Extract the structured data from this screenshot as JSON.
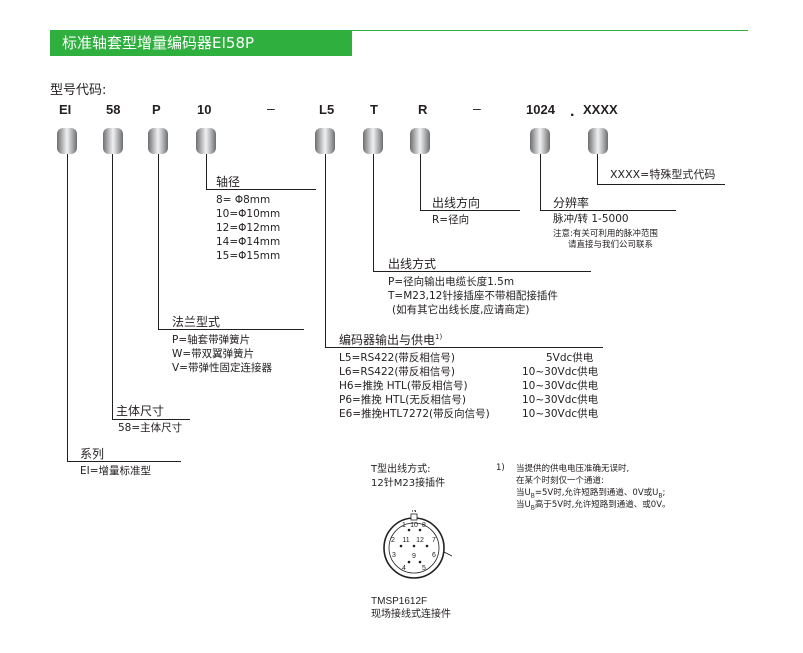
{
  "header": {
    "title": "标准轴套型增量编码器EI58P"
  },
  "subtitle": "型号代码:",
  "codes": [
    "EI",
    "58",
    "P",
    "10",
    "–",
    "L5",
    "T",
    "R",
    "–",
    "1024",
    ".",
    "XXXX"
  ],
  "special": {
    "text": "XXXX=特殊型式代码"
  },
  "resolution": {
    "title": "分辨率",
    "range": "脉冲/转 1-5000",
    "note1": "注意:有关可利用的脉冲范围",
    "note2": "请直接与我们公司联系"
  },
  "direction": {
    "title": "出线方向",
    "value": "R=径向"
  },
  "shaft": {
    "title": "轴径",
    "items": [
      "8= Φ8mm",
      "10=Φ10mm",
      "12=Φ12mm",
      "14=Φ14mm",
      "15=Φ15mm"
    ]
  },
  "output_mode": {
    "title": "出线方式",
    "items": [
      "P=径向输出电缆长度1.5m",
      "T=M23,12针接插座不带相配接插件",
      "(如有其它出线长度,应请商定)"
    ]
  },
  "flange": {
    "title": "法兰型式",
    "items": [
      "P=轴套带弹簧片",
      "W=带双翼弹簧片",
      "V=带弹性固定连接器"
    ]
  },
  "encoder": {
    "title": "编码器输出与供电",
    "sup": "1)",
    "rows": [
      {
        "left": "L5=RS422(带反相信号)",
        "right": "5Vdc供电"
      },
      {
        "left": "L6=RS422(带反相信号)",
        "right": "10~30Vdc供电"
      },
      {
        "left": "H6=推挽 HTL(带反相信号)",
        "right": "10~30Vdc供电"
      },
      {
        "left": "P6=推挽 HTL(无反相信号)",
        "right": "10~30Vdc供电"
      },
      {
        "left": "E6=推挽HTL7272(带反向信号)",
        "right": "10~30Vdc供电"
      }
    ]
  },
  "size": {
    "title": "主体尺寸",
    "value": "58=主体尺寸"
  },
  "series": {
    "title": "系列",
    "value": "EI=增量标准型"
  },
  "tconnector": {
    "title": "T型出线方式:",
    "subtitle": "12针M23接插件",
    "pins": [
      "N",
      "1",
      "2",
      "3",
      "4",
      "5",
      "6",
      "7",
      "8",
      "9",
      "10",
      "11",
      "12"
    ],
    "caption1": "TMSP1612F",
    "caption2": "现场接线式连接件"
  },
  "footnote": {
    "mark": "1)",
    "line1": "当提供的供电电压准确无误时,",
    "line2": "在某个时刻仅一个通道:",
    "line3a": "当U",
    "sub": "B",
    "line3b": "=5V时,允许短路到通道、0V或U",
    "line3c": ";",
    "line4a": "当U",
    "line4b": "高于5V时,允许短路到通道、或0V。"
  }
}
